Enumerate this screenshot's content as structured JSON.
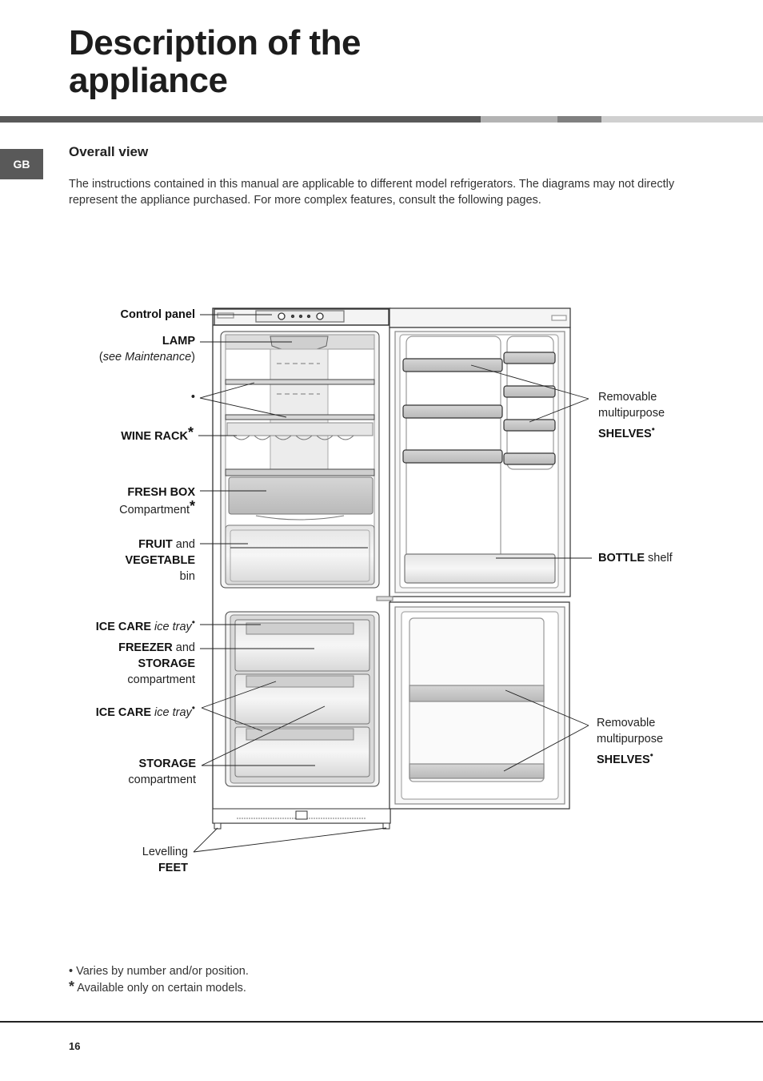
{
  "header": {
    "title_line1": "Description of the",
    "title_line2": "appliance",
    "lang_tab": "GB"
  },
  "section": {
    "heading": "Overall view",
    "intro": "The instructions contained in this manual are applicable to different model refrigerators. The diagrams may not directly represent the appliance purchased. For more complex features, consult the following pages."
  },
  "labels": {
    "control_panel": "Control panel",
    "lamp": "LAMP",
    "lamp_open": "(",
    "lamp_note": "see Maintenance",
    "lamp_close": ")",
    "bullet": "•",
    "wine_rack": "WINE RACK",
    "star": "*",
    "fresh_box": "FRESH BOX",
    "fresh_box_sub": "Compartment",
    "fruit": "FRUIT",
    "and": "and",
    "vegetable": "VEGETABLE",
    "bin": "bin",
    "ice_care": "ICE CARE",
    "ice_tray": "ice tray",
    "freezer": "FREEZER",
    "storage": "STORAGE",
    "compartment": "compartment",
    "levelling": "Levelling",
    "feet": "FEET",
    "removable": "Removable",
    "multipurpose": "multipurpose",
    "shelves": "SHELVES",
    "bottle": "BOTTLE",
    "shelf": "shelf"
  },
  "footnotes": {
    "bullet_symbol": "•",
    "bullet_text": "Varies by number and/or position.",
    "star_symbol": "*",
    "star_text": "Available only on certain models."
  },
  "page_number": "16",
  "colors": {
    "strip_dark": "#595959",
    "strip_mid": "#a9a9a9",
    "strip_light": "#cfcfcf",
    "tab": "#595959"
  }
}
